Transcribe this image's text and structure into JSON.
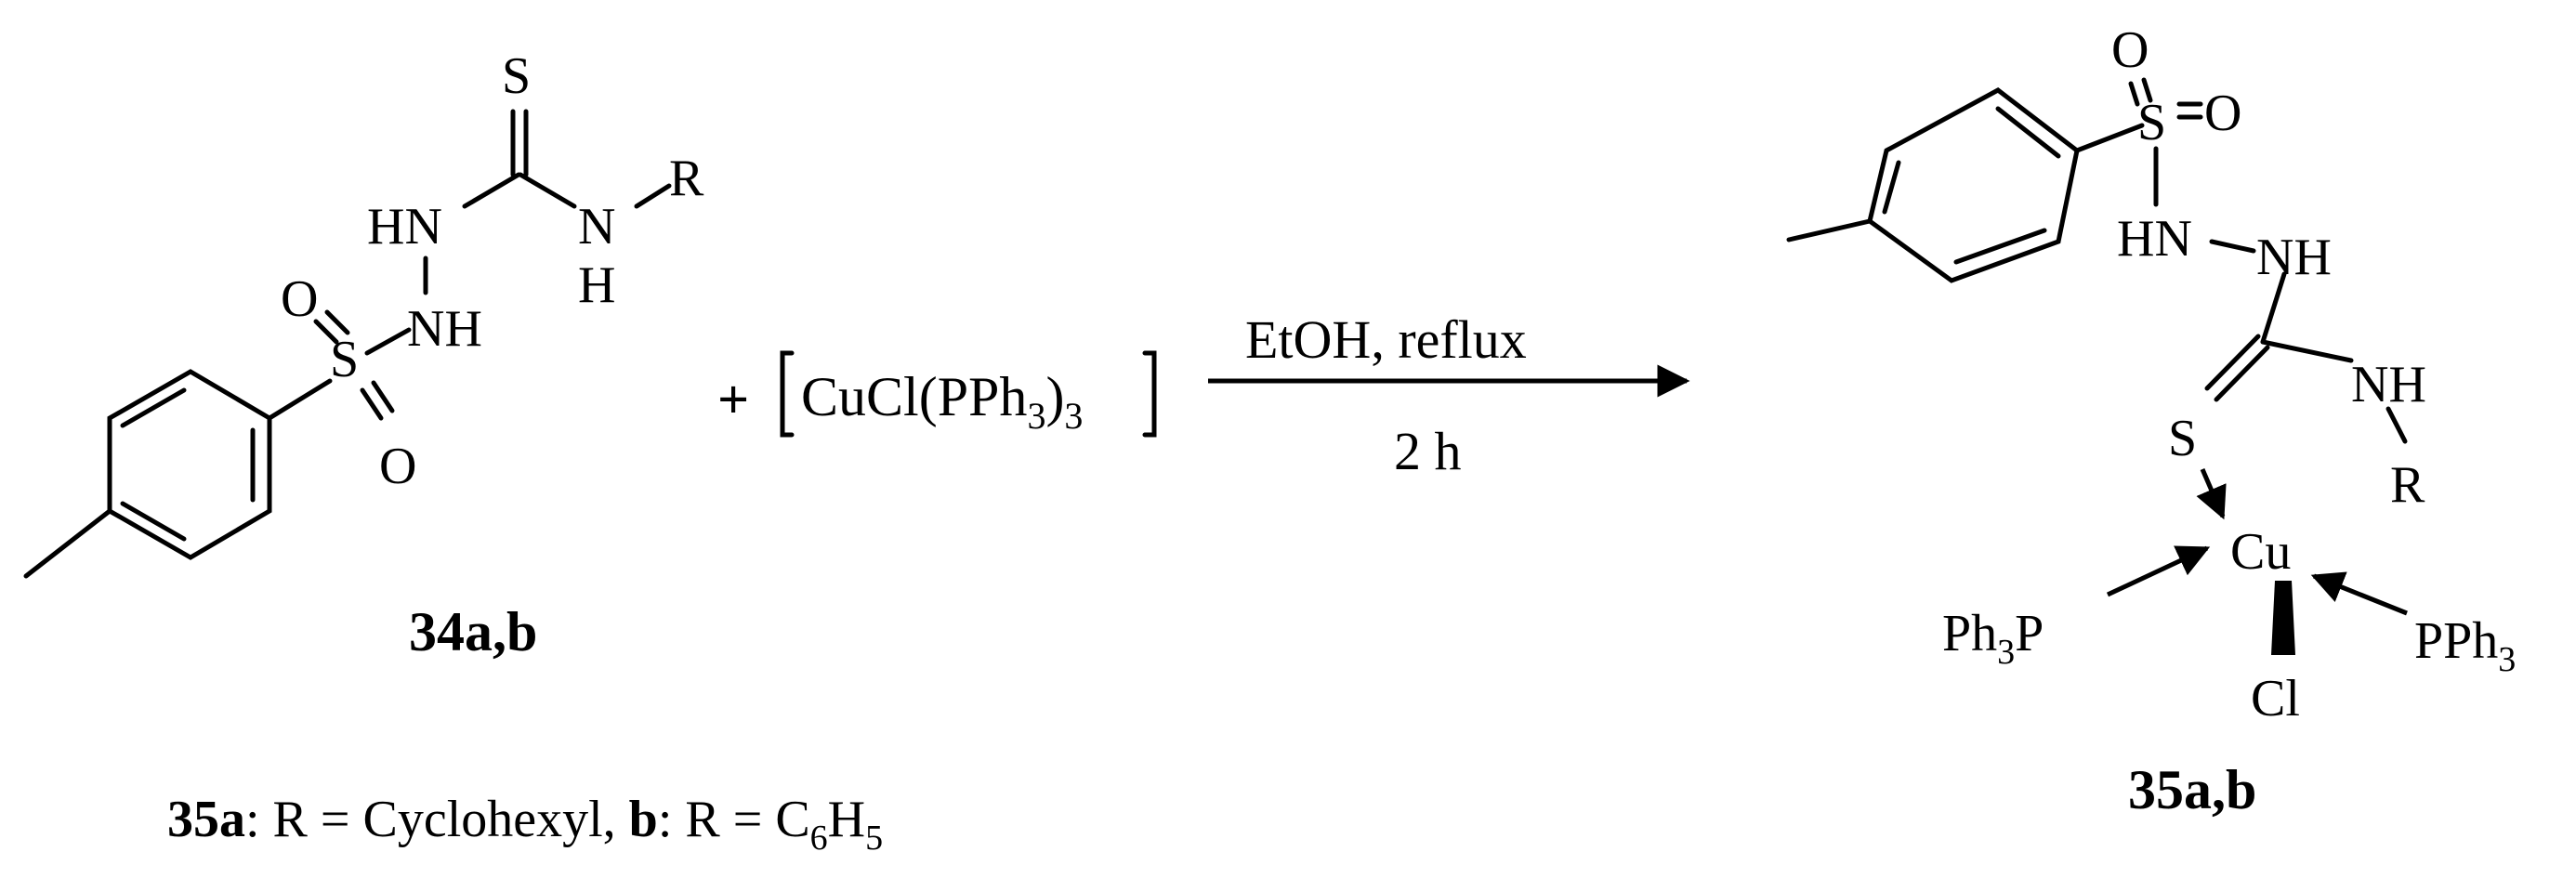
{
  "reactant": {
    "atoms": {
      "S_thione": "S",
      "HN_left": "HN",
      "N_amide": "N",
      "R": "R",
      "H_amide": "H",
      "O_top": "O",
      "S_sulfonyl": "S",
      "NH_lower": "NH",
      "O_bottom": "O"
    },
    "label": "34a,b"
  },
  "reagent": {
    "plus": "+",
    "formula_main": "CuCl(PPh",
    "sub_3a": "3",
    "paren_close": ")",
    "sub_3b": "3"
  },
  "conditions": {
    "above": "EtOH, reflux",
    "below": "2 h"
  },
  "product": {
    "atoms": {
      "O_top": "O",
      "S_sulfonyl": "S",
      "O_right": "O",
      "HN": "HN",
      "NH_hydrazine": "NH",
      "NH_amide": "NH",
      "S_thione": "S",
      "R": "R",
      "Cu": "Cu",
      "Ph3P_left_a": "Ph",
      "Ph3P_left_sub": "3",
      "Ph3P_left_b": "P",
      "PPh3_right_a": "PPh",
      "PPh3_right_sub": "3",
      "Cl": "Cl"
    },
    "label": "35a,b"
  },
  "legend": {
    "a_label": "35a",
    "a_text": ": R = Cyclohexyl, ",
    "b_label": "b",
    "b_text": ": R = C",
    "sub6": "6",
    "h": "H",
    "sub5": "5"
  }
}
